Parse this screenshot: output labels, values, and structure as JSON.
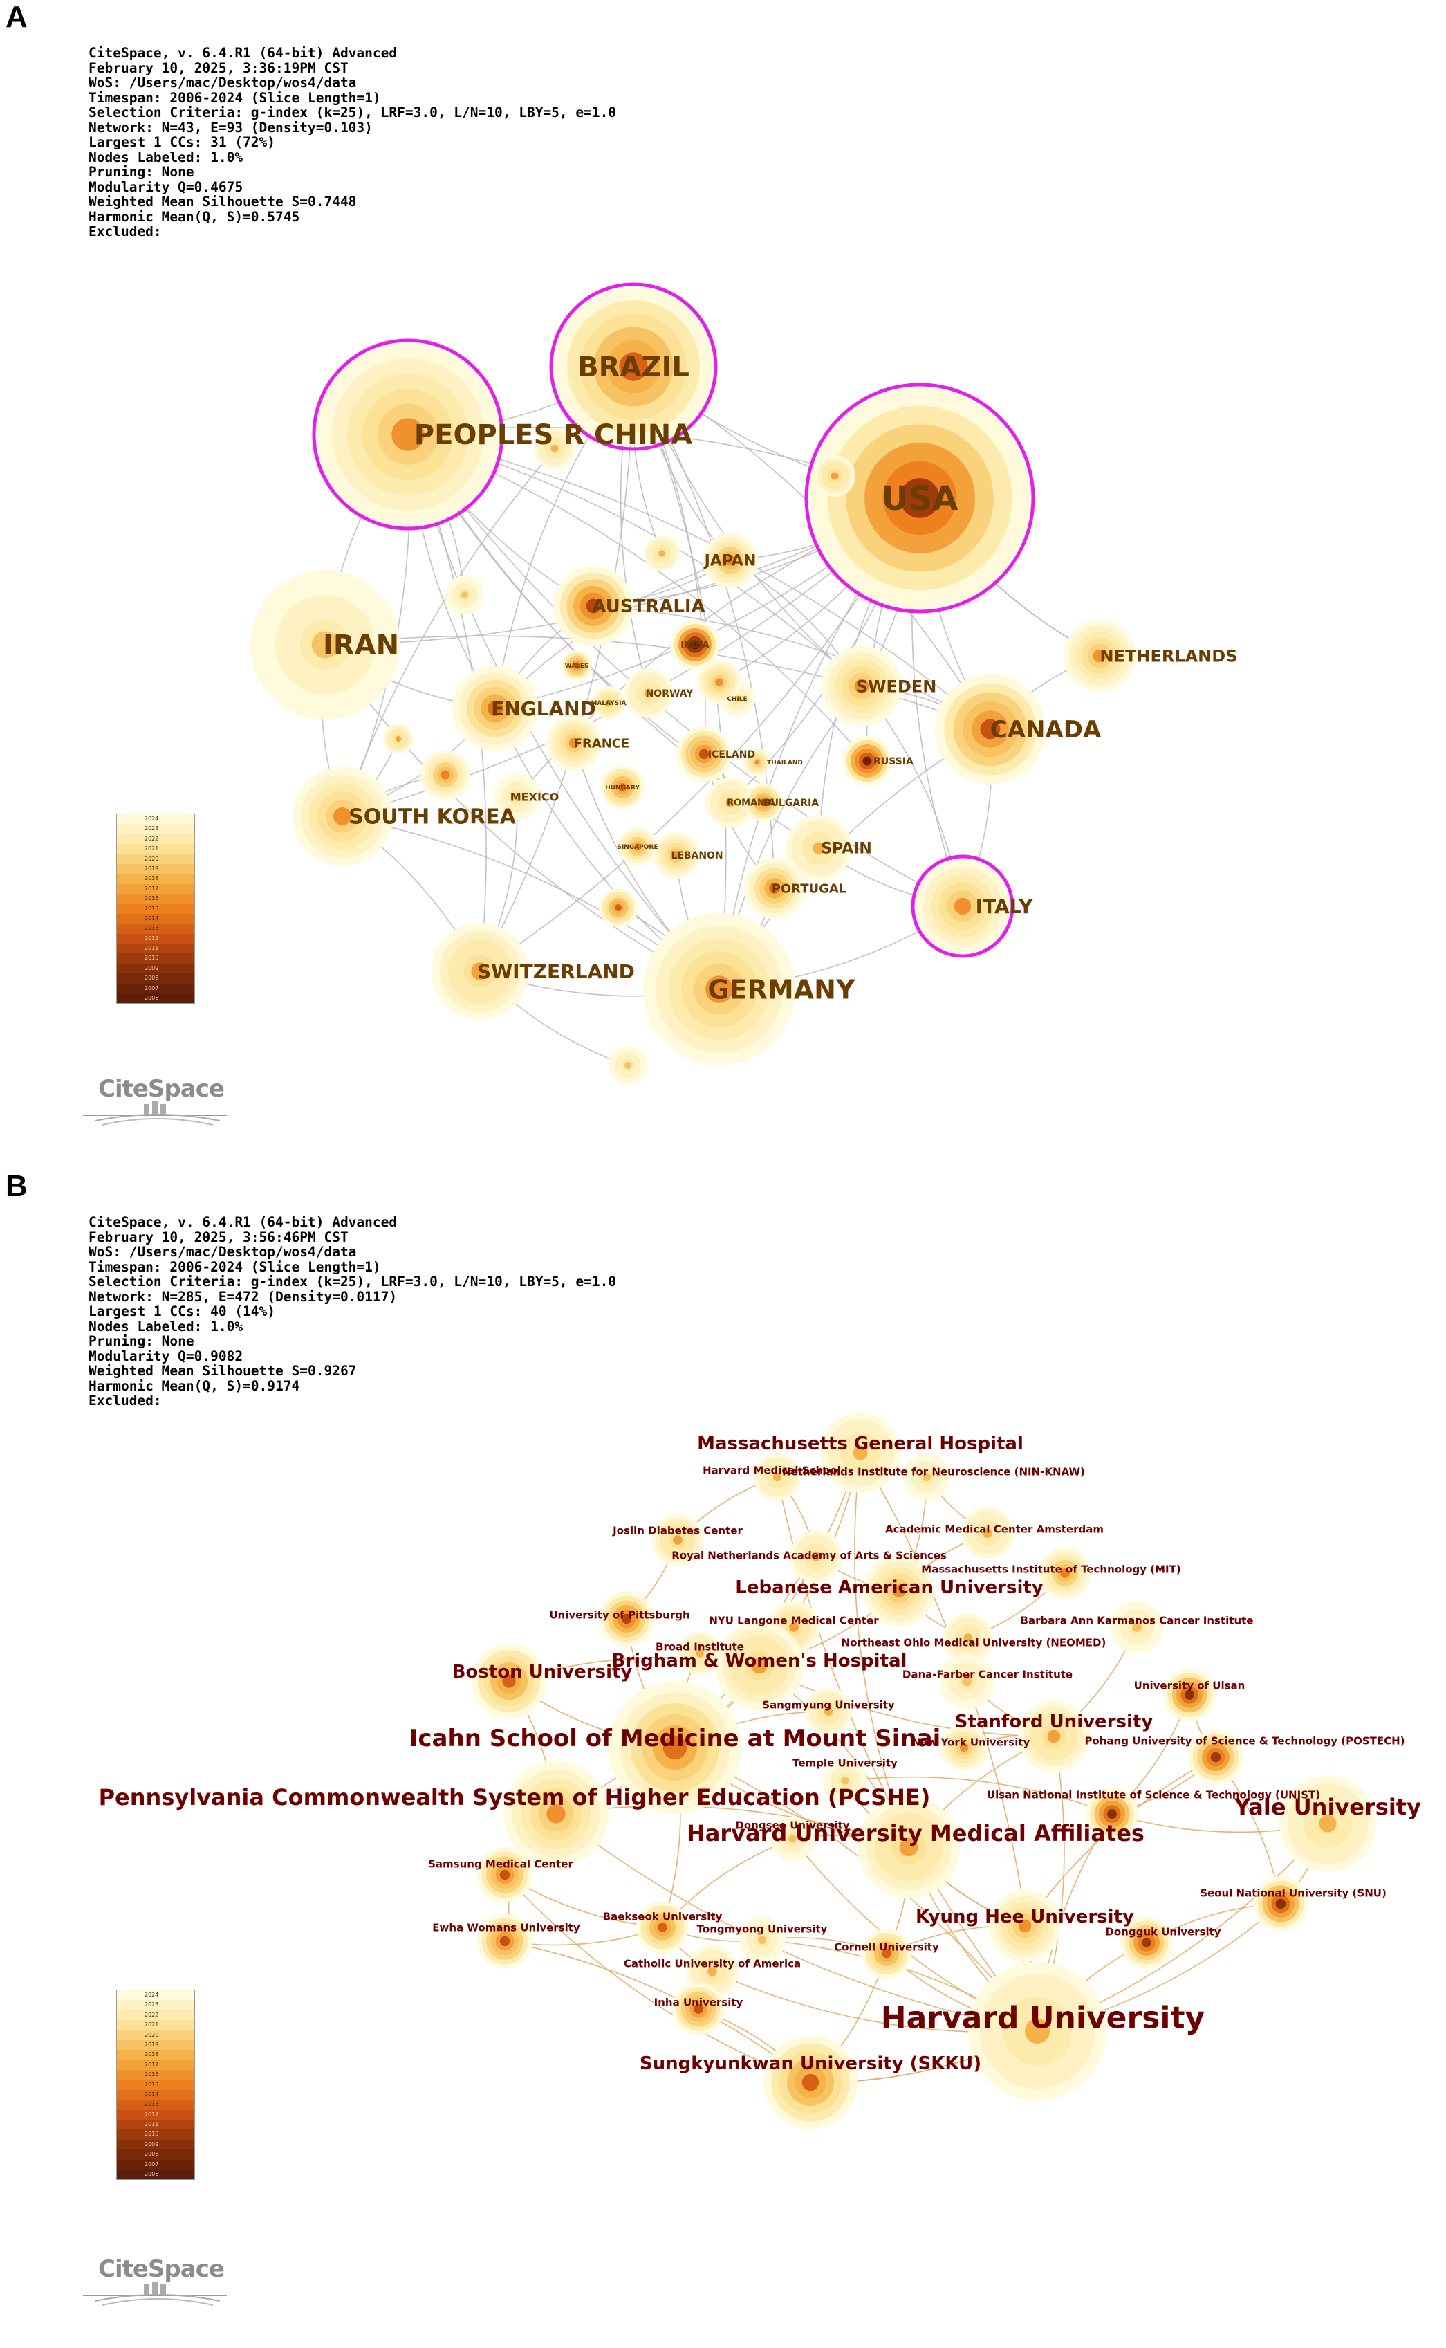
{
  "panels": [
    {
      "letter": "A",
      "meta": [
        "CiteSpace, v. 6.4.R1 (64-bit) Advanced",
        "February 10, 2025, 3:36:19PM CST",
        "WoS: /Users/mac/Desktop/wos4/data",
        "Timespan: 2006-2024 (Slice Length=1)",
        "Selection Criteria: g-index (k=25), LRF=3.0, L/N=10, LBY=5, e=1.0",
        "Network: N=43, E=93 (Density=0.103)",
        "Largest 1 CCs: 31 (72%)",
        "Nodes Labeled: 1.0%",
        "Pruning: None",
        "Modularity Q=0.4675",
        "Weighted Mean Silhouette S=0.7448",
        "Harmonic Mean(Q, S)=0.5745",
        "Excluded:"
      ],
      "nodes": [
        {
          "label": "BRAZIL",
          "year": 2016,
          "burst": true
        },
        {
          "label": "PEOPLES R CHINA",
          "year": 2019,
          "burst": true
        },
        {
          "label": "USA",
          "year": 2013,
          "burst": true
        },
        {
          "label": "JAPAN",
          "year": 2018
        },
        {
          "label": "AUSTRALIA",
          "year": 2014
        },
        {
          "label": "IRAN",
          "year": 2022
        },
        {
          "label": "INDIA",
          "year": 2007
        },
        {
          "label": "NETHERLANDS",
          "year": 2019
        },
        {
          "label": "WALES",
          "year": 2015
        },
        {
          "label": "ENGLAND",
          "year": 2017
        },
        {
          "label": "MALAYSIA",
          "year": 2020
        },
        {
          "label": "NORWAY",
          "year": 2021
        },
        {
          "label": "CHILE",
          "year": 2022
        },
        {
          "label": "SWEDEN",
          "year": 2019
        },
        {
          "label": "CANADA",
          "year": 2015
        },
        {
          "label": "FRANCE",
          "year": 2019
        },
        {
          "label": "ICELAND",
          "year": 2015
        },
        {
          "label": "THAILAND",
          "year": 2019
        },
        {
          "label": "RUSSIA",
          "year": 2010
        },
        {
          "label": "MEXICO",
          "year": 2022
        },
        {
          "label": "HUNGARY",
          "year": 2016
        },
        {
          "label": "SOUTH KOREA",
          "year": 2019
        },
        {
          "label": "ROMANIA",
          "year": 2021
        },
        {
          "label": "BULGARIA",
          "year": 2016
        },
        {
          "label": "SINGAPORE",
          "year": 2018
        },
        {
          "label": "LEBANON",
          "year": 2019
        },
        {
          "label": "SPAIN",
          "year": 2021
        },
        {
          "label": "PORTUGAL",
          "year": 2017
        },
        {
          "label": "ITALY",
          "year": 2019,
          "burst": true
        },
        {
          "label": "SWITZERLAND",
          "year": 2020
        },
        {
          "label": "GERMANY",
          "year": 2019
        },
        {
          "label": "",
          "year": 2021
        },
        {
          "label": "",
          "year": 2020
        },
        {
          "label": "",
          "year": 2022
        },
        {
          "label": "",
          "year": 2021
        },
        {
          "label": "",
          "year": 2020
        },
        {
          "label": "",
          "year": 2018
        },
        {
          "label": "",
          "year": 2016
        },
        {
          "label": "",
          "year": 2022
        },
        {
          "label": "",
          "year": 2019
        }
      ],
      "legend_years": [
        "2024",
        "2023",
        "2022",
        "2021",
        "2020",
        "2019",
        "2018",
        "2017",
        "2016",
        "2015",
        "2014",
        "2013",
        "2012",
        "2011",
        "2010",
        "2009",
        "2008",
        "2007",
        "2006"
      ],
      "logo_text": "CiteSpace"
    },
    {
      "letter": "B",
      "meta": [
        "CiteSpace, v. 6.4.R1 (64-bit) Advanced",
        "February 10, 2025, 3:56:46PM CST",
        "WoS: /Users/mac/Desktop/wos4/data",
        "Timespan: 2006-2024 (Slice Length=1)",
        "Selection Criteria: g-index (k=25), LRF=3.0, L/N=10, LBY=5, e=1.0",
        "Network: N=285, E=472 (Density=0.0117)",
        "Largest 1 CCs: 40 (14%)",
        "Nodes Labeled: 1.0%",
        "Pruning: None",
        "Modularity Q=0.9082",
        "Weighted Mean Silhouette S=0.9267",
        "Harmonic Mean(Q, S)=0.9174",
        "Excluded:"
      ],
      "nodes": [
        {
          "label": "Massachusetts General Hospital",
          "year": 2021
        },
        {
          "label": "Harvard Medical School",
          "year": 2021
        },
        {
          "label": "Netherlands Institute for Neuroscience (NIN-KNAW)",
          "year": 2022
        },
        {
          "label": "Academic Medical Center Amsterdam",
          "year": 2021
        },
        {
          "label": "Joslin Diabetes Center",
          "year": 2020
        },
        {
          "label": "Royal Netherlands Academy of Arts & Sciences",
          "year": 2021
        },
        {
          "label": "Massachusetts Institute of Technology (MIT)",
          "year": 2018
        },
        {
          "label": "Lebanese American University",
          "year": 2019
        },
        {
          "label": "University of Pittsburgh",
          "year": 2014
        },
        {
          "label": "NYU Langone Medical Center",
          "year": 2020
        },
        {
          "label": "Barbara Ann Karmanos Cancer Institute",
          "year": 2022
        },
        {
          "label": "Northeast Ohio Medical University (NEOMED)",
          "year": 2021
        },
        {
          "label": "Broad Institute",
          "year": 2021
        },
        {
          "label": "Brigham & Women's Hospital",
          "year": 2020
        },
        {
          "label": "Boston University",
          "year": 2016
        },
        {
          "label": "Dana-Farber Cancer Institute",
          "year": 2022
        },
        {
          "label": "University of Ulsan",
          "year": 2012
        },
        {
          "label": "Sangmyung University",
          "year": 2021
        },
        {
          "label": "Stanford University",
          "year": 2020
        },
        {
          "label": "Icahn School of Medicine at Mount Sinai",
          "year": 2017
        },
        {
          "label": "New York University",
          "year": 2019
        },
        {
          "label": "Pohang University of Science & Technology (POSTECH)",
          "year": 2013
        },
        {
          "label": "Temple University",
          "year": 2022
        },
        {
          "label": "Pennsylvania Commonwealth System of Higher Education (PCSHE)",
          "year": 2019
        },
        {
          "label": "Ulsan National Institute of Science & Technology (UNIST)",
          "year": 2012
        },
        {
          "label": "Yale University",
          "year": 2021
        },
        {
          "label": "Dongseo University",
          "year": 2022
        },
        {
          "label": "Harvard University Medical Affiliates",
          "year": 2020
        },
        {
          "label": "Samsung Medical Center",
          "year": 2015
        },
        {
          "label": "Seoul National University (SNU)",
          "year": 2012
        },
        {
          "label": "Kyung Hee University",
          "year": 2019
        },
        {
          "label": "Baekseok University",
          "year": 2016
        },
        {
          "label": "Tongmyong University",
          "year": 2022
        },
        {
          "label": "Ewha Womans University",
          "year": 2015
        },
        {
          "label": "Dongguk University",
          "year": 2013
        },
        {
          "label": "Cornell University",
          "year": 2016
        },
        {
          "label": "Catholic University of America",
          "year": 2021
        },
        {
          "label": "Inha University",
          "year": 2015
        },
        {
          "label": "Harvard University",
          "year": 2021
        },
        {
          "label": "Sungkyunkwan University (SKKU)",
          "year": 2016
        }
      ],
      "legend_years": [
        "2024",
        "2023",
        "2022",
        "2021",
        "2020",
        "2019",
        "2018",
        "2017",
        "2016",
        "2015",
        "2014",
        "2013",
        "2012",
        "2011",
        "2010",
        "2009",
        "2008",
        "2007",
        "2006"
      ],
      "logo_text": "CiteSpace"
    }
  ]
}
